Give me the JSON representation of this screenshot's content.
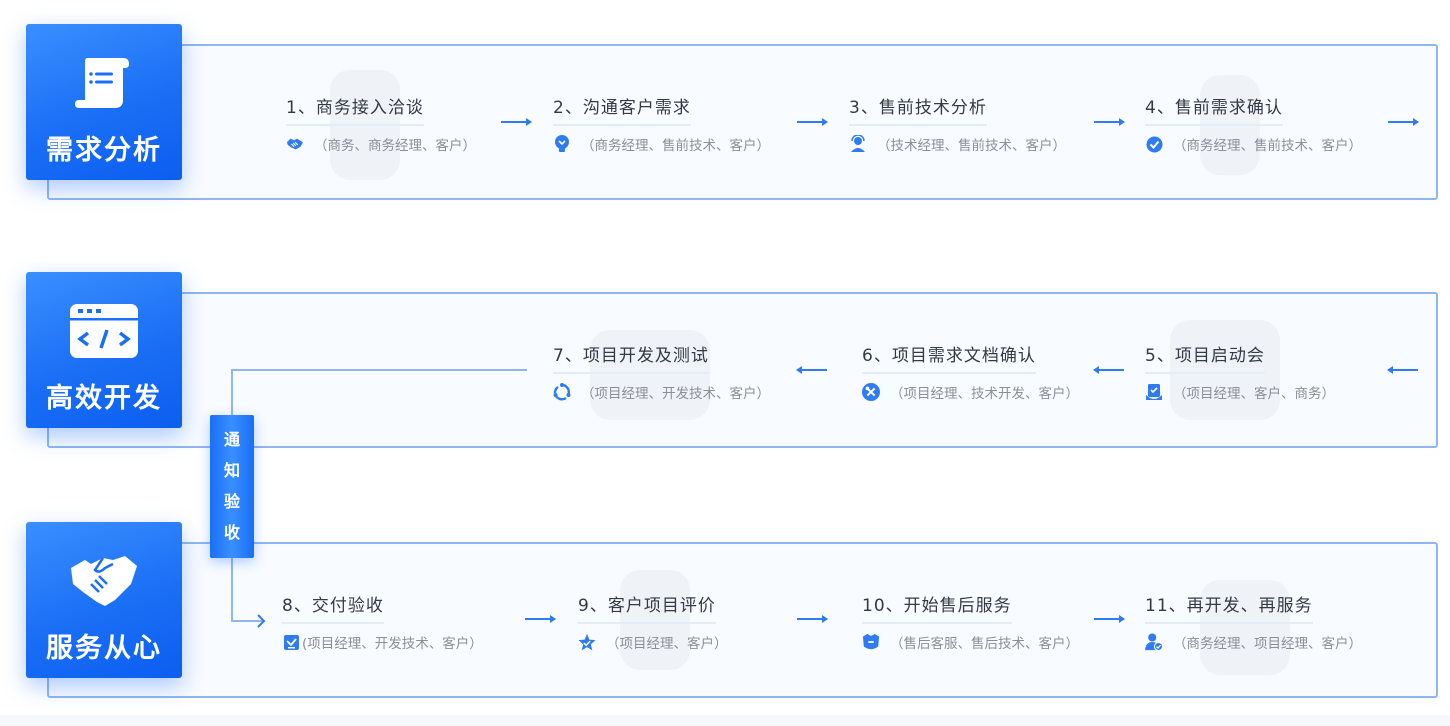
{
  "diagram": {
    "colors": {
      "accent": "#1a6ff5",
      "border": "#8fb6ef",
      "panel_bg": "#f8fbff",
      "arrow": "#2f7cf0",
      "title_text": "#333a44",
      "sub_text": "#8a8f97"
    },
    "rows": [
      {
        "category": "需求分析",
        "icon": "document-scroll-icon",
        "direction": "left-to-right",
        "steps": [
          {
            "title": "1、商务接入洽谈",
            "roles": "（商务、商务经理、客户）",
            "icon": "handshake-icon"
          },
          {
            "title": "2、沟通客户需求",
            "roles": "（商务经理、售前技术、客户）",
            "icon": "lightbulb-icon"
          },
          {
            "title": "3、售前技术分析",
            "roles": "（技术经理、售前技术、客户）",
            "icon": "headset-agent-icon"
          },
          {
            "title": "4、售前需求确认",
            "roles": "（商务经理、售前技术、客户）",
            "icon": "check-circle-icon"
          }
        ]
      },
      {
        "category": "高效开发",
        "icon": "code-window-icon",
        "direction": "right-to-left",
        "steps": [
          {
            "title": "5、项目启动会",
            "roles": "（项目经理、客户、商务）",
            "icon": "clipboard-check-icon"
          },
          {
            "title": "6、项目需求文档确认",
            "roles": "（项目经理、技术开发、客户）",
            "icon": "tools-icon"
          },
          {
            "title": "7、项目开发及测试",
            "roles": "（项目经理、开发技术、客户）",
            "icon": "cycle-icon"
          }
        ]
      },
      {
        "category": "服务从心",
        "icon": "handshake-icon",
        "direction": "left-to-right",
        "steps": [
          {
            "title": "8、交付验收",
            "roles": "(项目经理、开发技术、客户）",
            "icon": "checkbox-icon"
          },
          {
            "title": "9、客户项目评价",
            "roles": "（项目经理、客户）",
            "icon": "star-check-icon"
          },
          {
            "title": "10、开始售后服务",
            "roles": "（售后客服、售后技术、客户）",
            "icon": "service-shirt-icon"
          },
          {
            "title": "11、再开发、再服务",
            "roles": "（商务经理、项目经理、客户）",
            "icon": "user-check-icon"
          }
        ]
      }
    ],
    "connector": {
      "label_chars": [
        "通",
        "知",
        "验",
        "收"
      ]
    }
  }
}
